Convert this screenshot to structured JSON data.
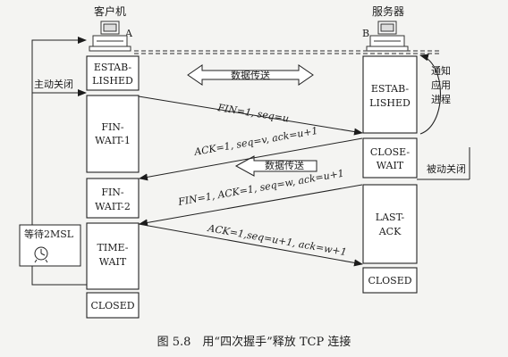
{
  "hosts": {
    "client": {
      "name": "客户机",
      "letter": "A"
    },
    "server": {
      "name": "服务器",
      "letter": "B"
    }
  },
  "client_states": [
    {
      "line1": "ESTAB-",
      "line2": "LISHED"
    },
    {
      "line1": "FIN-",
      "line2": "WAIT-1"
    },
    {
      "line1": "FIN-",
      "line2": "WAIT-2"
    },
    {
      "line1": "TIME-",
      "line2": "WAIT"
    },
    {
      "line1": "CLOSED",
      "line2": ""
    }
  ],
  "server_states": [
    {
      "line1": "ESTAB-",
      "line2": "LISHED"
    },
    {
      "line1": "CLOSE-",
      "line2": "WAIT"
    },
    {
      "line1": "LAST-",
      "line2": "ACK"
    },
    {
      "line1": "CLOSED",
      "line2": ""
    }
  ],
  "messages": {
    "fin1": "FIN=1, seq=u",
    "ack1": "ACK=1, seq=v, ack=u+1",
    "fin2": "FIN=1, ACK=1, seq=w, ack=u+1",
    "ack2": "ACK=1,seq=u+1, ack=w+1"
  },
  "data_transfer": "数据传送",
  "data_transfer_2": "数据传送",
  "active_close": "主动关闭",
  "passive_close": "被动关闭",
  "notify": {
    "line1": "通知",
    "line2": "应用",
    "line3": "进程"
  },
  "wait_2msl": "等待2MSL",
  "caption": "图 5.8　用“四次握手”释放 TCP 连接"
}
